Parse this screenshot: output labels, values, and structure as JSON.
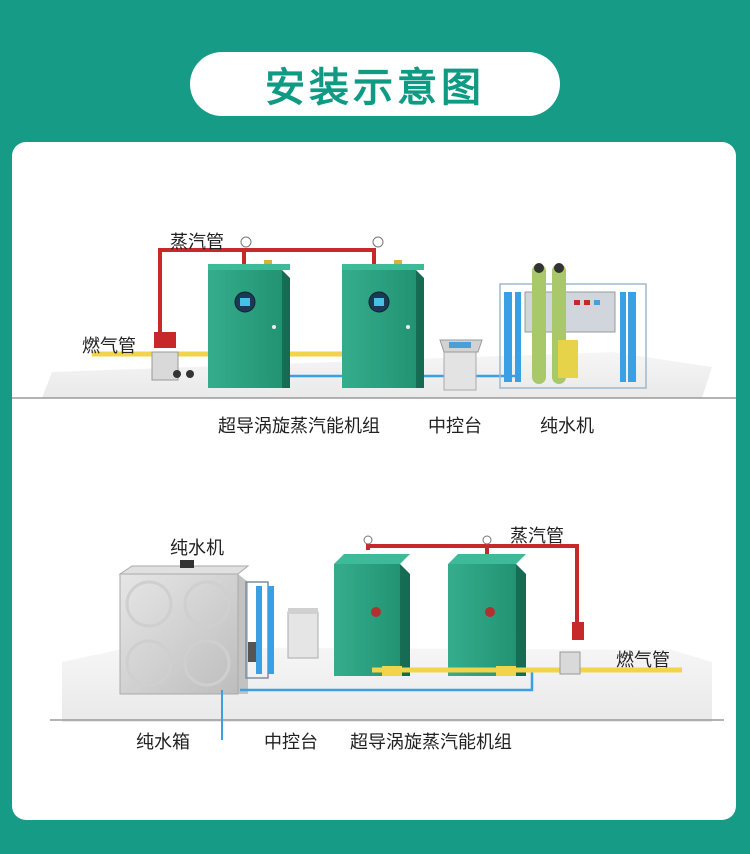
{
  "title": "安装示意图",
  "diagram_top": {
    "steam_pipe": "蒸汽管",
    "gas_pipe": "燃气管",
    "generator_group": "超导涡旋蒸汽能机组",
    "control_console": "中控台",
    "pure_water_machine": "纯水机"
  },
  "diagram_bottom": {
    "pure_water_machine": "纯水机",
    "steam_pipe": "蒸汽管",
    "gas_pipe": "燃气管",
    "pure_water_tank": "纯水箱",
    "control_console": "中控台",
    "generator_group": "超导涡旋蒸汽能机组"
  },
  "colors": {
    "background": "#159b86",
    "unit_green": "#2aa07e",
    "steam_red": "#c7282a",
    "gas_yellow": "#f2d44a",
    "water_blue": "#3aa0e6"
  }
}
